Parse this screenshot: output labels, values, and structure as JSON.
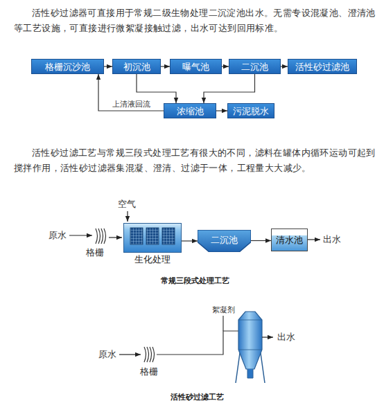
{
  "diagram": {
    "nodes": [
      {
        "text": [
          "格栅沉沙池"
        ]
      },
      {
        "text": [
          "初沉池"
        ]
      },
      {
        "text": [
          "曝气池"
        ]
      },
      {
        "text": [
          "二沉池"
        ]
      },
      {
        "text": [
          "活性砂过滤池"
        ]
      },
      {
        "text": [
          "浓缩池"
        ]
      },
      {
        "text": [
          "污泥脱水"
        ]
      },
      {
        "text": [
          "生化处理"
        ]
      },
      {
        "text": [
          "二沉池"
        ]
      },
      {
        "text": [
          "清水池"
        ]
      }
    ],
    "edges": [
      {
        "from": 0,
        "to": 1,
        "arrow": "to"
      },
      {
        "from": 1,
        "to": 2,
        "arrow": "to"
      },
      {
        "from": 2,
        "to": 3,
        "arrow": "to"
      },
      {
        "from": 3,
        "to": 4,
        "arrow": "to"
      },
      {
        "from": 1,
        "to": 5,
        "arrow": "to"
      },
      {
        "from": 3,
        "to": 5,
        "arrow": "to"
      },
      {
        "from": 5,
        "to": 6,
        "arrow": "to"
      },
      {
        "from": 5,
        "to": 0,
        "label": "上清液回流",
        "arrow": "to"
      },
      {
        "from": 7,
        "to": 8,
        "arrow": "to"
      },
      {
        "from": 8,
        "to": 9,
        "arrow": "to"
      }
    ],
    "labels": [
      "活性砂过滤器可直接用于常规二级生物处理二沉淀池出水。无需专设混凝池、澄清池等工艺设施，可直接进行微絮凝接触过滤，出水可达到回用标准。",
      "活性砂过滤工艺与常规三段式处理工艺有很大的不同，滤料在罐体内循环运动可起到搅拌作用，活性砂过滤器集混凝、澄清、过滤于一体，工程量大大减少。",
      "空气",
      "原水",
      "格栅",
      "出水",
      "常规三段式处理工艺",
      "原水",
      "格栅",
      "絮凝剂",
      "出水",
      "活性砂过滤工艺"
    ]
  }
}
